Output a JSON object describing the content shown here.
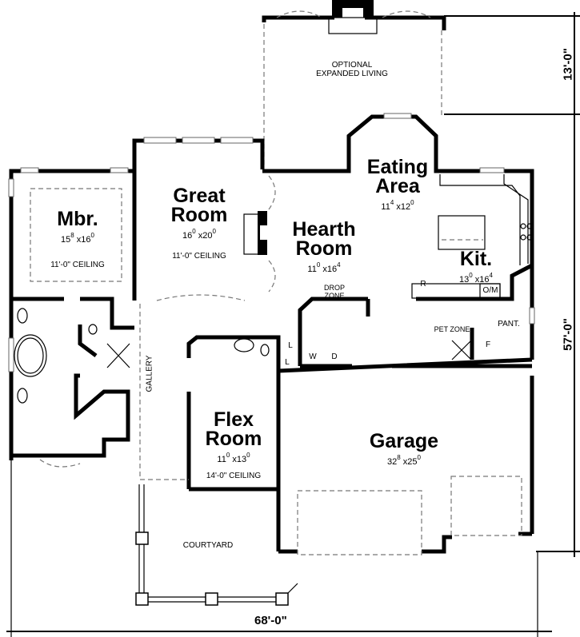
{
  "plan": {
    "overall_width": "68'-0\"",
    "dimension_right_top": "13'-0\"",
    "dimension_right_main": "57'-0\""
  },
  "rooms": {
    "optional": {
      "line1": "OPTIONAL",
      "line2": "EXPANDED LIVING"
    },
    "eating": {
      "name1": "Eating",
      "name2": "Area",
      "w": "11",
      "wf": "4",
      "d": "12",
      "df": "0"
    },
    "great": {
      "name1": "Great",
      "name2": "Room",
      "w": "16",
      "wf": "0",
      "d": "20",
      "df": "0",
      "ceiling": "11'-0\" CEILING"
    },
    "mbr": {
      "name": "Mbr.",
      "w": "15",
      "wf": "8",
      "d": "16",
      "df": "0",
      "ceiling": "11'-0\" CEILING"
    },
    "hearth": {
      "name1": "Hearth",
      "name2": "Room",
      "w": "11",
      "wf": "0",
      "d": "16",
      "df": "4"
    },
    "kit": {
      "name": "Kit.",
      "w": "13",
      "wf": "0",
      "d": "16",
      "df": "4"
    },
    "flex": {
      "name1": "Flex",
      "name2": "Room",
      "w": "11",
      "wf": "0",
      "d": "13",
      "df": "0",
      "ceiling": "14'-0\" CEILING"
    },
    "garage": {
      "name": "Garage",
      "w": "32",
      "wf": "8",
      "d": "25",
      "df": "0"
    },
    "courtyard": {
      "name": "COURTYARD"
    },
    "gallery": {
      "name": "GALLERY"
    }
  },
  "labels": {
    "drop_zone1": "DROP",
    "drop_zone2": "ZONE",
    "pet_zone": "PET ZONE",
    "pantry": "PANT.",
    "fridge": "F",
    "range": "R",
    "oven_micro": "O/M",
    "washer": "W",
    "dryer": "D",
    "locker1": "L",
    "locker2": "L",
    "size_sep": "x"
  }
}
